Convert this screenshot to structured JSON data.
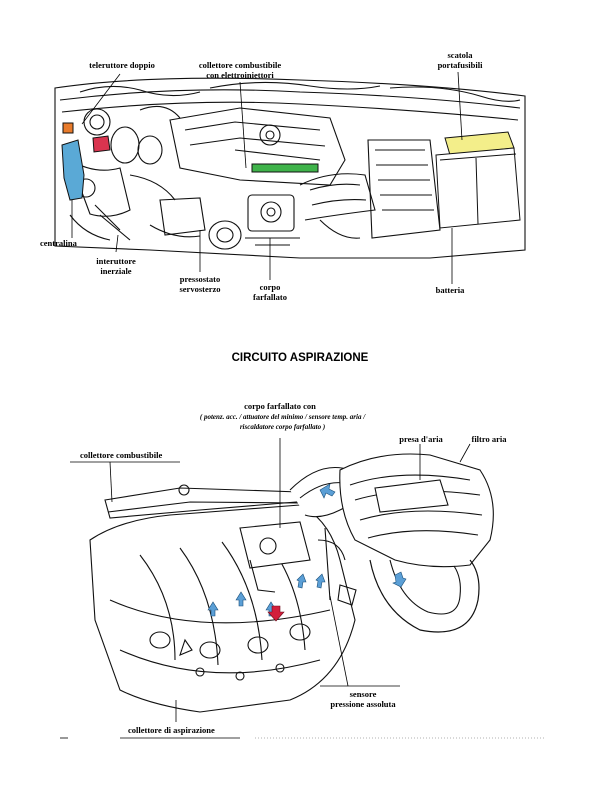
{
  "top_diagram": {
    "labels": {
      "teleruttore_doppio": "teleruttore doppio",
      "collettore_combustibile_elettroiniettori": [
        "collettore combustibile",
        "con elettroiniettori"
      ],
      "scatola_portafusibili": [
        "scatola",
        "portafusibili"
      ],
      "centralina": "centralina",
      "interuttore_inerziale": [
        "interuttore",
        "inerziale"
      ],
      "pressostato_servosterzo": [
        "pressostato",
        "servosterzo"
      ],
      "corpo_farfallato": [
        "corpo",
        "farfallato"
      ],
      "batteria": "batteria"
    },
    "highlight_colors": {
      "centralina": "#5aa9d6",
      "teleruttore": "#d9344f",
      "collettore": "#3fb34a",
      "portafusibili": "#f3ee8a",
      "batteria_outline": "#222222"
    }
  },
  "section_title": "CIRCUITO ASPIRAZIONE",
  "bottom_diagram": {
    "labels": {
      "corpo_farfallato_con": "corpo farfallato con",
      "corpo_note": [
        "( potenz. acc. / attuatore del minimo / sensore temp. aria /",
        "riscaldatore corpo farfallato )"
      ],
      "presa_aria": "presa d'aria",
      "filtro_aria": "filtro aria",
      "collettore_combustibile": "collettore combustibile",
      "sensore_pressione": [
        "sensore",
        "pressione assoluta"
      ],
      "collettore_aspirazione": "collettore di aspirazione"
    },
    "arrow_colors": {
      "air_flow": "#5b9fd6",
      "return": "#d21f3c"
    }
  }
}
